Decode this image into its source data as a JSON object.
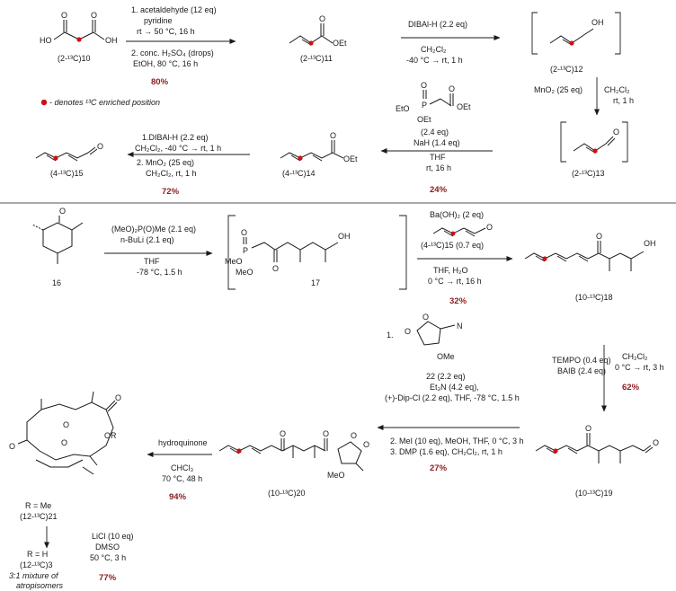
{
  "colors": {
    "label_mark": "#cc1111",
    "yield": "#8b1c1c",
    "ink": "#1a1a1a"
  },
  "legend": {
    "text": "- denotes ¹³C enriched position"
  },
  "compounds": {
    "c10": "(2-¹³C)10",
    "c11": "(2-¹³C)11",
    "c12": "(2-¹³C)12",
    "c13": "(2-¹³C)13",
    "c14": "(4-¹³C)14",
    "c15": "(4-¹³C)15",
    "c16": "16",
    "c17": "17",
    "c18": "(10-¹³C)18",
    "c19": "(10-¹³C)19",
    "c20": "(10-¹³C)20",
    "c21_r": "R = Me",
    "c21": "(12-¹³C)21",
    "c3_r": "R = H",
    "c3": "(12-¹³C)3",
    "c3_note1": "3:1 mixture of",
    "c3_note2": "atropisomers"
  },
  "atoms": {
    "ho": "HO",
    "oh": "OH",
    "o": "O",
    "oet": "OEt",
    "eto": "EtO",
    "meo": "MeO",
    "ome": "OMe",
    "p": "P",
    "n": "N",
    "or": "OR"
  },
  "steps": {
    "s1": {
      "lines": [
        "1. acetaldehyde (12 eq)",
        "pyridine",
        "rt → 50 °C, 16 h",
        "2. conc. H₂SO₄ (drops)",
        "EtOH, 80 °C, 16 h"
      ],
      "yield": "80%"
    },
    "s2": {
      "lines": [
        "DIBAl-H (2.2 eq)",
        "CH₂Cl₂",
        "-40 °C → rt, 1 h"
      ]
    },
    "s3": {
      "lines": [
        "MnO₂ (25 eq)",
        "CH₂Cl₂",
        "rt, 1 h"
      ]
    },
    "s4": {
      "lines": [
        "(2.4 eq)",
        "NaH (1.4 eq)",
        "THF",
        "rt, 16 h"
      ],
      "yield": "24%"
    },
    "s5": {
      "lines": [
        "1.DIBAl-H (2.2 eq)",
        "CH₂Cl₂, -40 °C → rt, 1 h",
        "2.  MnO₂ (25 eq)",
        "CH₂Cl₂, rt, 1 h"
      ],
      "yield": "72%"
    },
    "s6": {
      "lines": [
        "(MeO)₂P(O)Me (2.1 eq)",
        "n-BuLi (2.1 eq)",
        "THF",
        "-78 °C, 1.5 h"
      ]
    },
    "s7": {
      "lines": [
        "Ba(OH)₂ (2 eq)",
        "(4-¹³C)15 (0.7 eq)",
        "THF, H₂O",
        "0 °C → rt, 16 h"
      ],
      "yield": "32%"
    },
    "s8": {
      "lines": [
        "TEMPO (0.4 eq)",
        "BAIB (2.4 eq)",
        "CH₂Cl₂",
        "0 °C → rt, 3 h"
      ],
      "yield": "62%"
    },
    "s9": {
      "lines": [
        "1.",
        "22 (2.2 eq)",
        "Et₃N (4.2 eq),",
        "(+)-Dip-Cl (2.2 eq), THF, -78 °C, 1.5 h",
        "2. MeI (10 eq), MeOH, THF, 0 °C, 3 h",
        "3. DMP (1.6 eq), CH₂Cl₂, rt, 1 h"
      ],
      "yield": "27%"
    },
    "s10": {
      "lines": [
        "hydroquinone",
        "CHCl₃",
        "70 °C, 48 h"
      ],
      "yield": "94%"
    },
    "s11": {
      "lines": [
        "LiCl (10 eq)",
        "DMSO",
        "50 °C, 3 h"
      ],
      "yield": "77%"
    }
  }
}
